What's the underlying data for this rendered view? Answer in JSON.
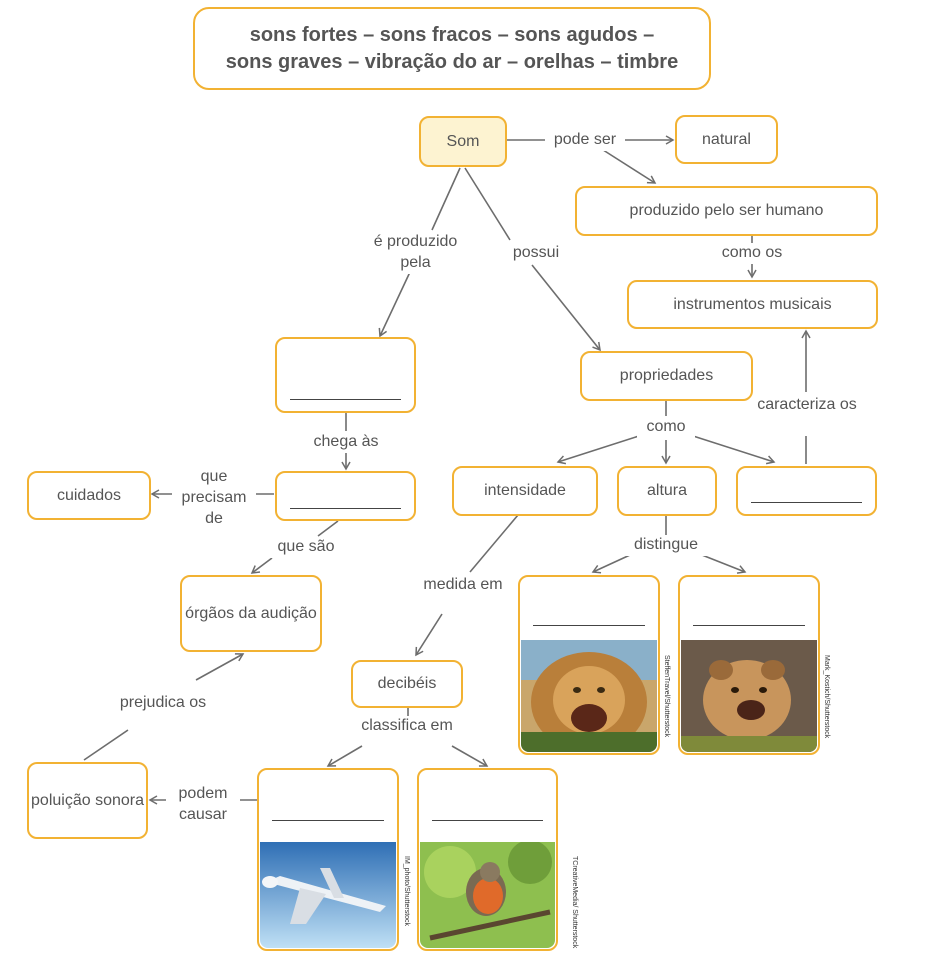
{
  "word_bank": {
    "line1": "sons fortes – sons fracos – sons agudos –",
    "line2": "sons graves – vibração do ar – orelhas – timbre"
  },
  "nodes": {
    "som": "Som",
    "natural": "natural",
    "produzido": "produzido pelo ser humano",
    "instrumentos": "instrumentos musicais",
    "propriedades": "propriedades",
    "intensidade": "intensidade",
    "altura": "altura",
    "cuidados": "cuidados",
    "orgaos": "órgãos da audição",
    "decibeis": "decibéis",
    "poluicao": "poluição sonora"
  },
  "link_labels": {
    "pode_ser": "pode ser",
    "como_os": "como os",
    "e_produzido_pela": "é produzido pela",
    "possui": "possui",
    "chega_as": "chega às",
    "que_precisam_de": "que precisam de",
    "que_sao": "que são",
    "como": "como",
    "caracteriza_os": "caracteriza os",
    "medida_em": "medida em",
    "distingue": "distingue",
    "classifica_em": "classifica em",
    "prejudica_os": "prejudica os",
    "podem_causar": "podem causar"
  },
  "credits": {
    "airplane": "IM_photo/Shutterstock",
    "bird": "TCreativeMedia/ Shutterstock",
    "lion": "SteffenTravel/Shutterstock",
    "cub": "Mark_Kostich/Shutterstock"
  },
  "colors": {
    "box_border": "#f2b233",
    "root_fill": "#fdf3d1",
    "line": "#6d6d6d",
    "text": "#555555"
  }
}
